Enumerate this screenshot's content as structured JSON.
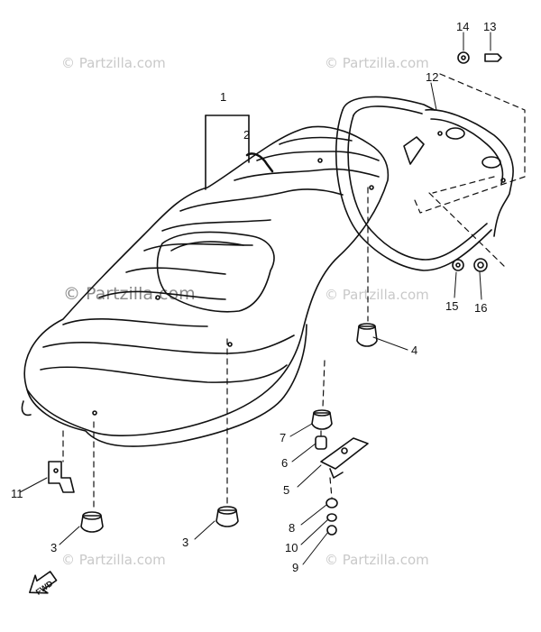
{
  "watermarks": {
    "top_left": "© Partzilla.com",
    "top_right": "© Partzilla.com",
    "middle_left": "© Partzilla.com",
    "middle_right": "© Partzilla.com",
    "bottom_left": "© Partzilla.com",
    "bottom_right": "© Partzilla.com"
  },
  "callouts": {
    "p1": "1",
    "p2": "2",
    "p3a": "3",
    "p3b": "3",
    "p4": "4",
    "p5": "5",
    "p6": "6",
    "p7": "7",
    "p8": "8",
    "p9": "9",
    "p10": "10",
    "p11": "11",
    "p12": "12",
    "p13": "13",
    "p14": "14",
    "p15": "15",
    "p16": "16"
  },
  "forward_arrow_label": "FWD"
}
